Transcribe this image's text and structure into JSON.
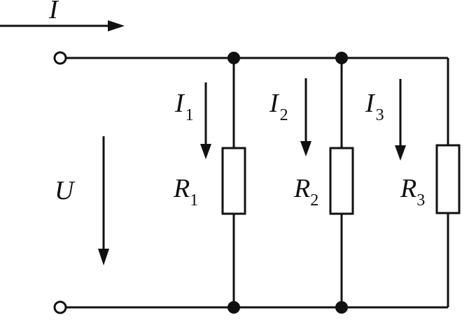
{
  "labels": {
    "current_total": "I",
    "voltage": "U",
    "branches": [
      {
        "current": "I",
        "current_sub": "1",
        "resistor": "R",
        "resistor_sub": "1"
      },
      {
        "current": "I",
        "current_sub": "2",
        "resistor": "R",
        "resistor_sub": "2"
      },
      {
        "current": "I",
        "current_sub": "3",
        "resistor": "R",
        "resistor_sub": "3"
      }
    ]
  }
}
